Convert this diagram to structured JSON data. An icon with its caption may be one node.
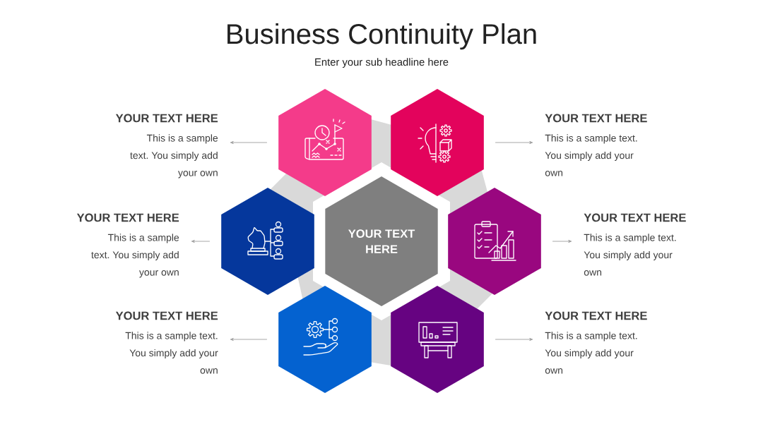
{
  "diagram": {
    "title": "Business Continuity Plan",
    "nodes": [
      {
        "text": [
          "YOUR TEXT HERE",
          "This is a sample text. You simply add your own"
        ]
      },
      {
        "text": [],
        "shape": "hexagon"
      },
      {
        "text": [],
        "shape": "hexagon"
      },
      {
        "text": [
          "YOUR TEXT HERE",
          "This is a sample text. You simply add your own"
        ]
      },
      {
        "text": [
          "YOUR TEXT HERE",
          "This is a sample text. You simply add your own"
        ]
      },
      {
        "text": [],
        "shape": "hexagon"
      },
      {
        "text": [
          "YOUR TEXT HERE"
        ]
      },
      {
        "text": [],
        "shape": "hexagon"
      },
      {
        "text": [
          "YOUR TEXT HERE",
          "This is a sample text. You simply add your own"
        ]
      },
      {
        "text": [
          "YOUR TEXT HERE",
          "This is a sample text. You simply add your own"
        ]
      },
      {
        "text": [],
        "shape": "hexagon"
      },
      {
        "text": [],
        "shape": "hexagon"
      },
      {
        "text": [
          "YOUR TEXT HERE",
          "This is a sample text. You simply add your own"
        ]
      }
    ],
    "edges": [
      {
        "from": 1,
        "to": 0,
        "arrow": "to"
      },
      {
        "from": 2,
        "to": 3,
        "arrow": "to"
      },
      {
        "from": 5,
        "to": 4,
        "arrow": "to"
      },
      {
        "from": 7,
        "to": 8,
        "arrow": "to"
      },
      {
        "from": 10,
        "to": 9,
        "arrow": "to"
      },
      {
        "from": 11,
        "to": 12,
        "arrow": "to"
      }
    ],
    "labels": [
      "Enter your sub headline here"
    ]
  }
}
